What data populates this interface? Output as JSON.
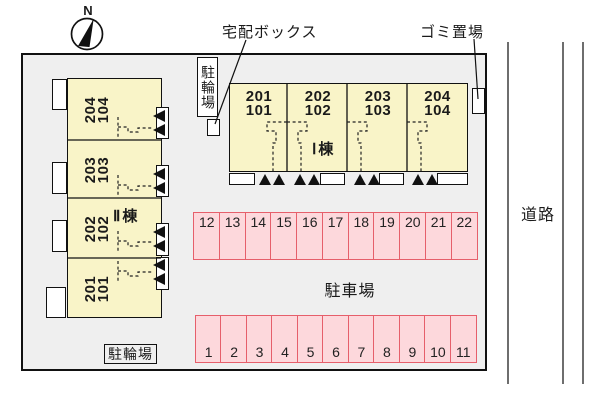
{
  "compass": {
    "north_label": "N"
  },
  "annotations": {
    "delivery_box_label": "宅配ボックス",
    "garbage_area_label": "ゴミ置場",
    "bicycle_parking_top_label": "駐輪場",
    "bicycle_parking_bottom_label": "駐輪場",
    "road_label": "道路"
  },
  "building_i": {
    "name_label": "Ⅰ棟",
    "units": [
      {
        "upper": "201",
        "lower": "101"
      },
      {
        "upper": "202",
        "lower": "102"
      },
      {
        "upper": "203",
        "lower": "103"
      },
      {
        "upper": "204",
        "lower": "104"
      }
    ]
  },
  "building_ii": {
    "name_label": "Ⅱ棟",
    "units_top_to_bottom": [
      {
        "upper": "204",
        "lower": "104"
      },
      {
        "upper": "203",
        "lower": "103"
      },
      {
        "upper": "202",
        "lower": "102"
      },
      {
        "upper": "201",
        "lower": "101"
      }
    ]
  },
  "parking": {
    "label": "駐車場",
    "back_row_numbers": [
      "12",
      "13",
      "14",
      "15",
      "16",
      "17",
      "18",
      "19",
      "20",
      "21",
      "22"
    ],
    "front_row_numbers": [
      "1",
      "2",
      "3",
      "4",
      "5",
      "6",
      "7",
      "8",
      "9",
      "10",
      "11"
    ]
  },
  "colors": {
    "site_fill": "#efefef",
    "building_fill": "#f9f4c8",
    "parking_fill": "#fdd8dc",
    "parking_border": "#e65f6b"
  }
}
